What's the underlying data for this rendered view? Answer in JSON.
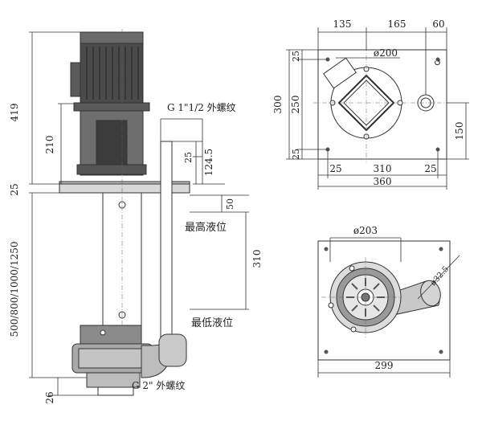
{
  "side_view": {
    "dim_total_height": "419",
    "dim_motor_to_base": "210",
    "dim_base_plate": "25",
    "dim_immersion_lengths": "500/800/1000/1250",
    "dim_bottom": "26",
    "dim_outlet_offset_25": "25",
    "dim_outlet_height": "124.5",
    "dim_top_to_max_level": "50",
    "dim_level_range": "310",
    "outlet_thread_label": "G 1\"1/2 外螺纹",
    "inlet_thread_label": "G 2\" 外螺纹",
    "max_level_label": "最高液位",
    "min_level_label": "最低液位"
  },
  "top_view": {
    "dim_135": "135",
    "dim_165": "165",
    "dim_60": "60",
    "dim_diameter_200": "ø200",
    "dim_height_300": "300",
    "dim_250": "250",
    "dim_top_25": "25",
    "dim_bottom_25": "25",
    "dim_150": "150",
    "dim_left_25": "25",
    "dim_310": "310",
    "dim_right_25": "25",
    "dim_width_360": "360"
  },
  "bottom_view": {
    "dim_diameter_203": "ø203",
    "dim_diameter_32_5": "ø32.5",
    "dim_width_299": "299"
  }
}
